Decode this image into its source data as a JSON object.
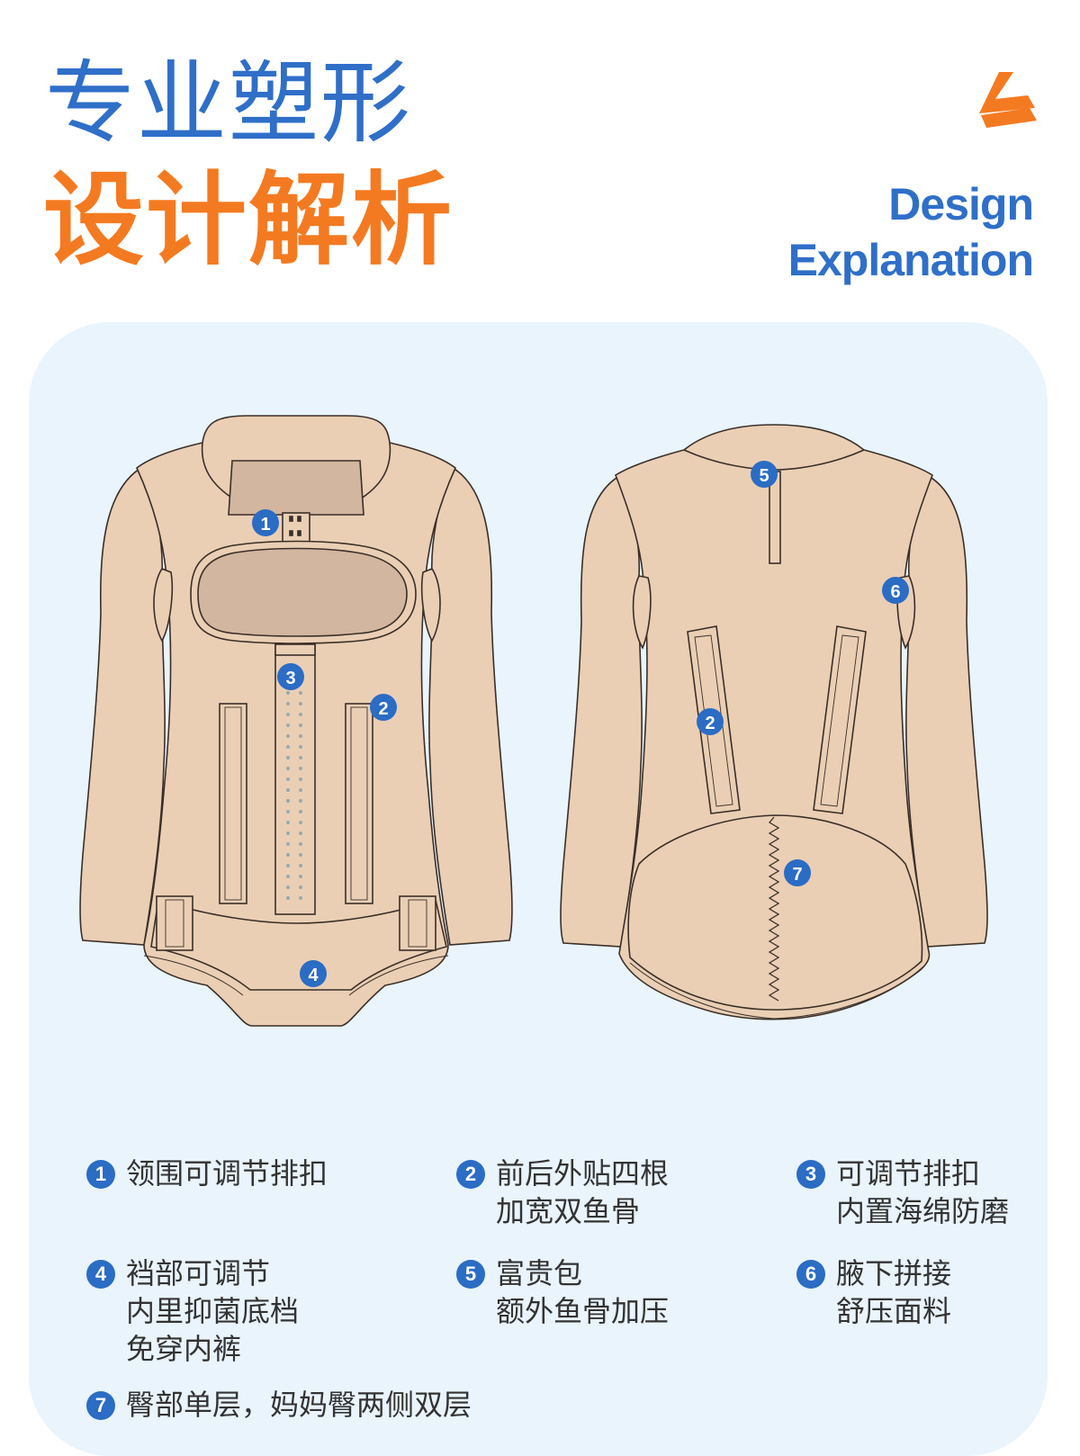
{
  "title": {
    "line1": "专业塑形",
    "line2": "设计解析",
    "en_line1": "Design",
    "en_line2": "Explanation"
  },
  "colors": {
    "blue": "#2f6fc8",
    "orange": "#f47a21",
    "panel": "#e9f4fd",
    "skin": "#eacfb5",
    "shade": "#d2b6a0"
  },
  "icons": {
    "arrow": "double-chevron-arrow-icon"
  },
  "markers": [
    "1",
    "2",
    "3",
    "4",
    "5",
    "6",
    "7"
  ],
  "features": [
    {
      "num": "1",
      "lines": [
        "领围可调节排扣"
      ]
    },
    {
      "num": "2",
      "lines": [
        "前后外贴四根",
        "加宽双鱼骨"
      ]
    },
    {
      "num": "3",
      "lines": [
        "可调节排扣",
        "内置海绵防磨"
      ]
    },
    {
      "num": "4",
      "lines": [
        "裆部可调节",
        "内里抑菌底档",
        "免穿内裤"
      ]
    },
    {
      "num": "5",
      "lines": [
        "富贵包",
        "额外鱼骨加压"
      ]
    },
    {
      "num": "6",
      "lines": [
        "腋下拼接",
        "舒压面料"
      ]
    },
    {
      "num": "7",
      "lines": [
        "臀部单层，妈妈臀两侧双层"
      ]
    }
  ]
}
